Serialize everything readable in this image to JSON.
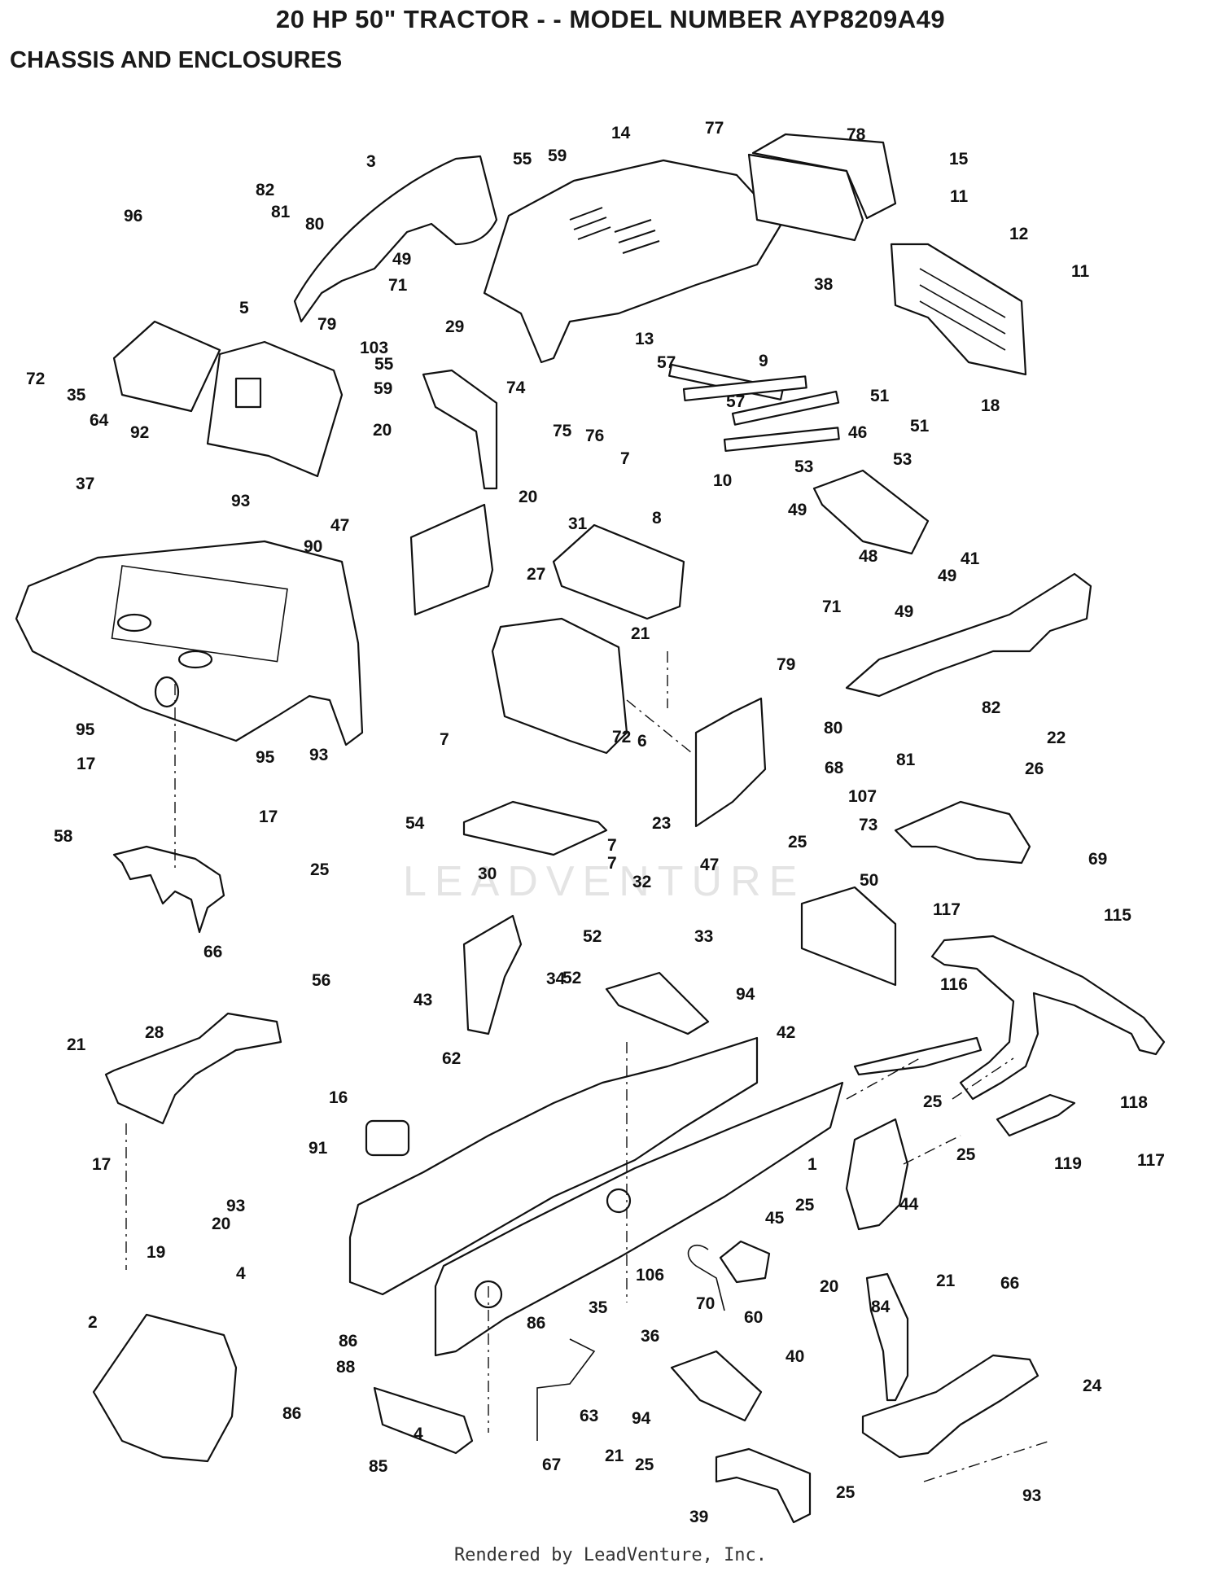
{
  "header": {
    "title": "20 HP 50\" TRACTOR - - MODEL NUMBER AYP8209A49",
    "subtitle": "CHASSIS AND ENCLOSURES"
  },
  "watermark": "LEADVENTURE",
  "footer": "Rendered by LeadVenture, Inc.",
  "callouts": [
    "1",
    "2",
    "3",
    "4",
    "5",
    "6",
    "7",
    "8",
    "9",
    "10",
    "11",
    "12",
    "13",
    "14",
    "15",
    "16",
    "17",
    "18",
    "19",
    "20",
    "21",
    "22",
    "23",
    "24",
    "25",
    "26",
    "27",
    "28",
    "29",
    "30",
    "31",
    "32",
    "33",
    "34",
    "35",
    "36",
    "37",
    "38",
    "39",
    "40",
    "41",
    "42",
    "43",
    "44",
    "45",
    "46",
    "47",
    "48",
    "49",
    "50",
    "51",
    "52",
    "53",
    "54",
    "55",
    "56",
    "57",
    "58",
    "59",
    "60",
    "62",
    "63",
    "64",
    "66",
    "67",
    "68",
    "69",
    "70",
    "71",
    "72",
    "73",
    "74",
    "75",
    "76",
    "77",
    "78",
    "79",
    "80",
    "81",
    "82",
    "84",
    "85",
    "86",
    "88",
    "90",
    "91",
    "92",
    "93",
    "94",
    "95",
    "96",
    "103",
    "106",
    "107",
    "115",
    "116",
    "117",
    "118",
    "119"
  ],
  "colors": {
    "ink": "#111111",
    "paper": "#ffffff",
    "watermark": "#e4e4e4"
  }
}
